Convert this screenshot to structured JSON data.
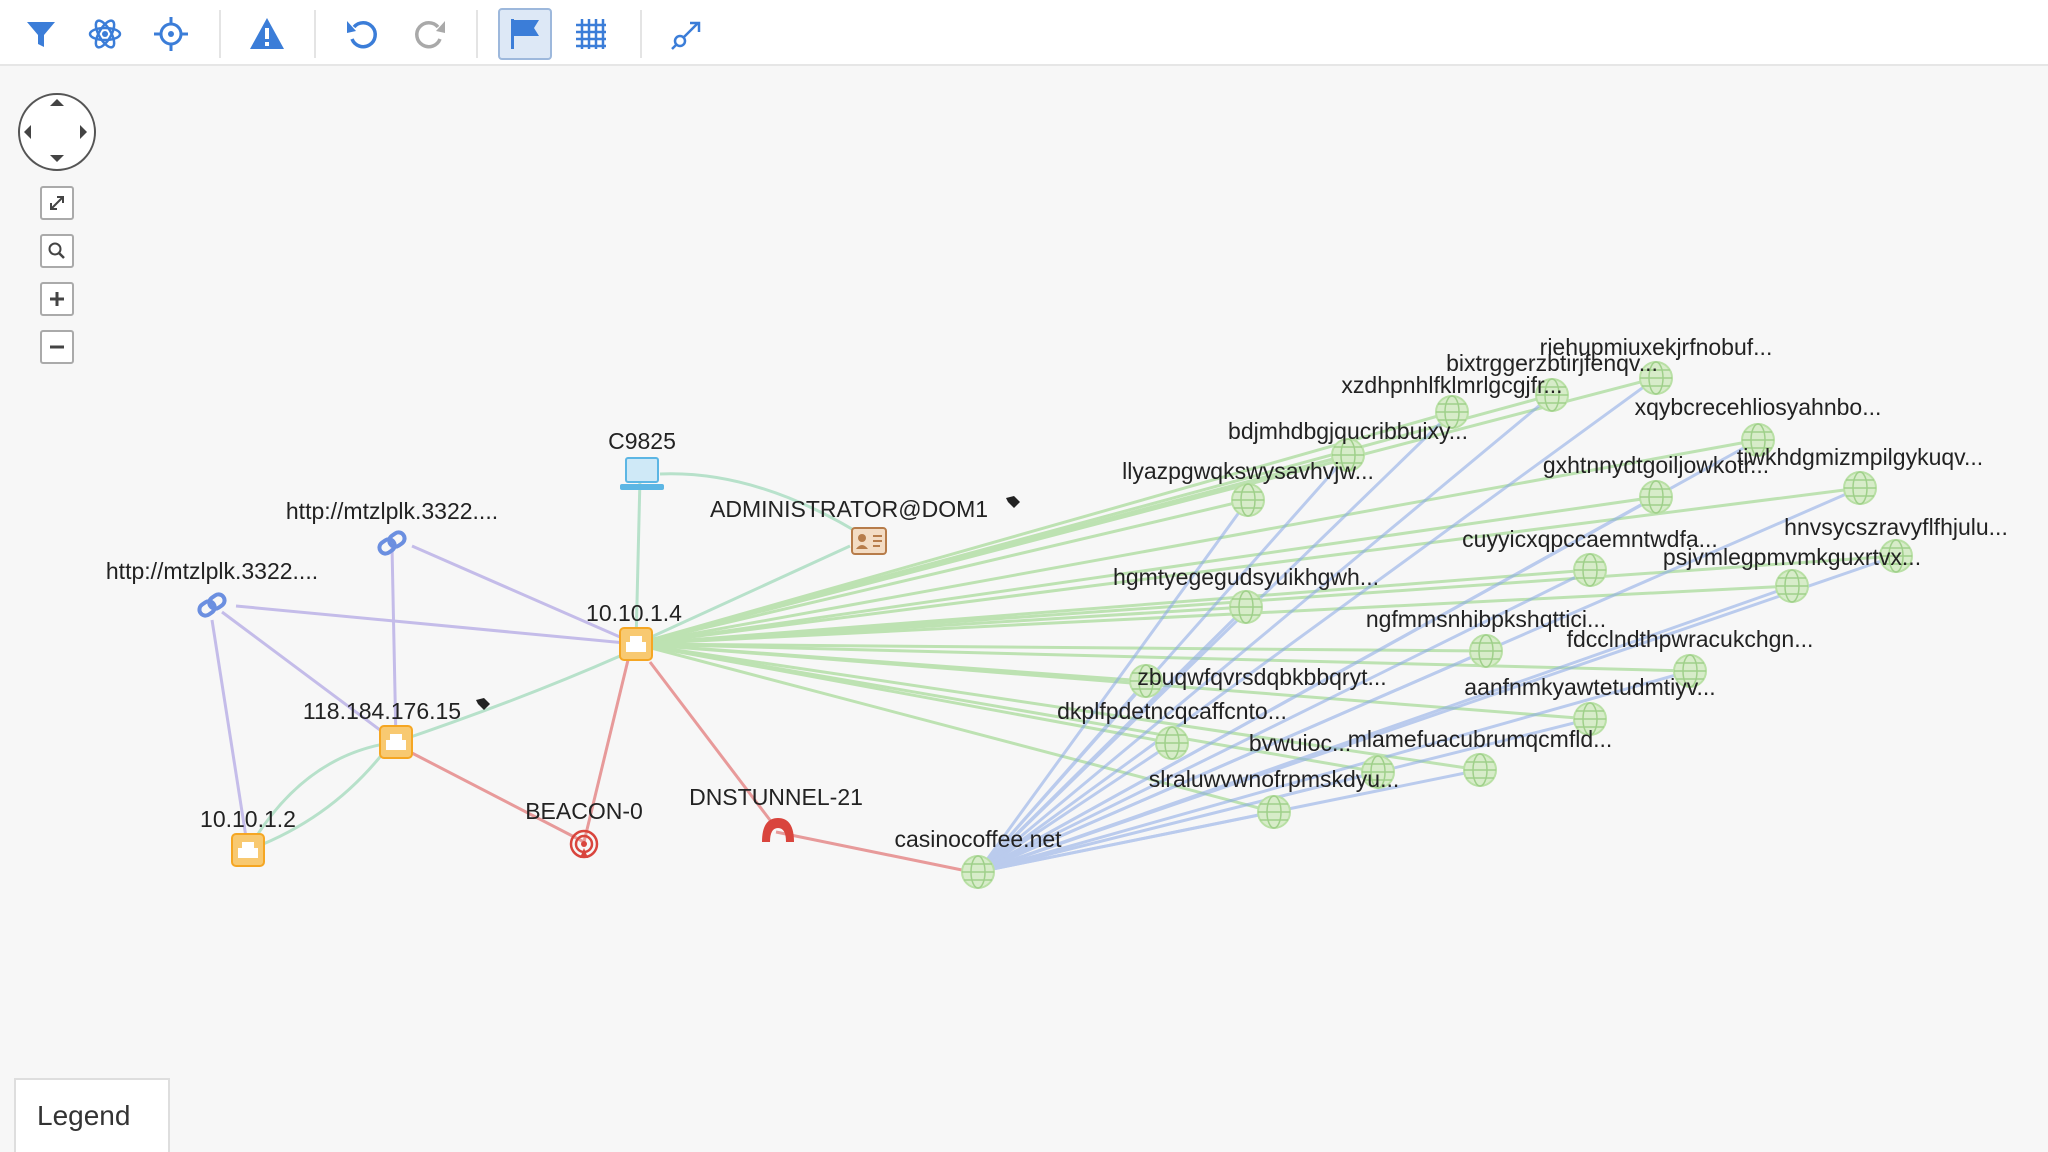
{
  "toolbar": {
    "buttons": [
      {
        "id": "filter",
        "icon": "filter-icon"
      },
      {
        "id": "layout",
        "icon": "atom-layout-icon"
      },
      {
        "id": "center",
        "icon": "crosshair-icon"
      },
      {
        "id": "alerts",
        "icon": "warning-triangle-icon"
      },
      {
        "id": "undo",
        "icon": "undo-icon"
      },
      {
        "id": "redo",
        "icon": "redo-icon"
      },
      {
        "id": "flag",
        "icon": "flag-icon",
        "active": true
      },
      {
        "id": "grid",
        "icon": "grid-icon"
      },
      {
        "id": "expand",
        "icon": "expand-graph-icon"
      }
    ]
  },
  "colors": {
    "accent": "#3b7dd8",
    "host": "#f5a623",
    "edge_green": "#8fd17a",
    "edge_blue": "#8aa8e6",
    "edge_red": "#e58a8a",
    "edge_purple": "#b8aee6",
    "edge_teal": "#a8dcc0",
    "domain_node": "#b9e0a5"
  },
  "nodes": {
    "c9825": "C9825",
    "admin": "ADMINISTRATOR@DOM1",
    "url1": "http://mtzlplk.3322....",
    "url2": "http://mtzlplk.3322....",
    "host_10_10_1_4": "10.10.1.4",
    "ip_118": "118.184.176.15",
    "host_10_10_1_2": "10.10.1.2",
    "beacon": "BEACON-0",
    "dnstunnel": "DNSTUNNEL-21",
    "casino": "casinocoffee.net",
    "d01": "riehupmiuxekjrfnobuf...",
    "d02": "bixtrggerzbtirjfenqv...",
    "d03": "xzdhpnhlfklmrlgcgjfr...",
    "d04": "xqybcrecehliosyahnbo...",
    "d05": "bdjmhdbgjqucribbuixy...",
    "d06": "llyazpgwqkswysavhvjw...",
    "d07": "gxhtnnydtgoiljowkotr...",
    "d08": "tiwkhdgmizmpilgykuqv...",
    "d09": "hnvsycszravyflfhjulu...",
    "d10": "cuyyicxqpccaemntwdfa...",
    "d11": "psjvmlegpmvmkguxrtvx...",
    "d12": "hgmtyegegudsyuikhgwh...",
    "d13": "ngfmmsnhibpkshqttici...",
    "d14": "fdcclndthpwracukchgn...",
    "d15": "zbuqwfqvrsdqbkbbqryt...",
    "d16": "aanfnmkyawtetudmtiyv...",
    "d17": "dkplfpdetncqcaffcnto...",
    "d18": "bvwuioc...",
    "d19": "mlamefuacubrumqcmfld...",
    "d20": "slraluwvwnofrpmskdyu..."
  },
  "legend": {
    "label": "Legend"
  }
}
